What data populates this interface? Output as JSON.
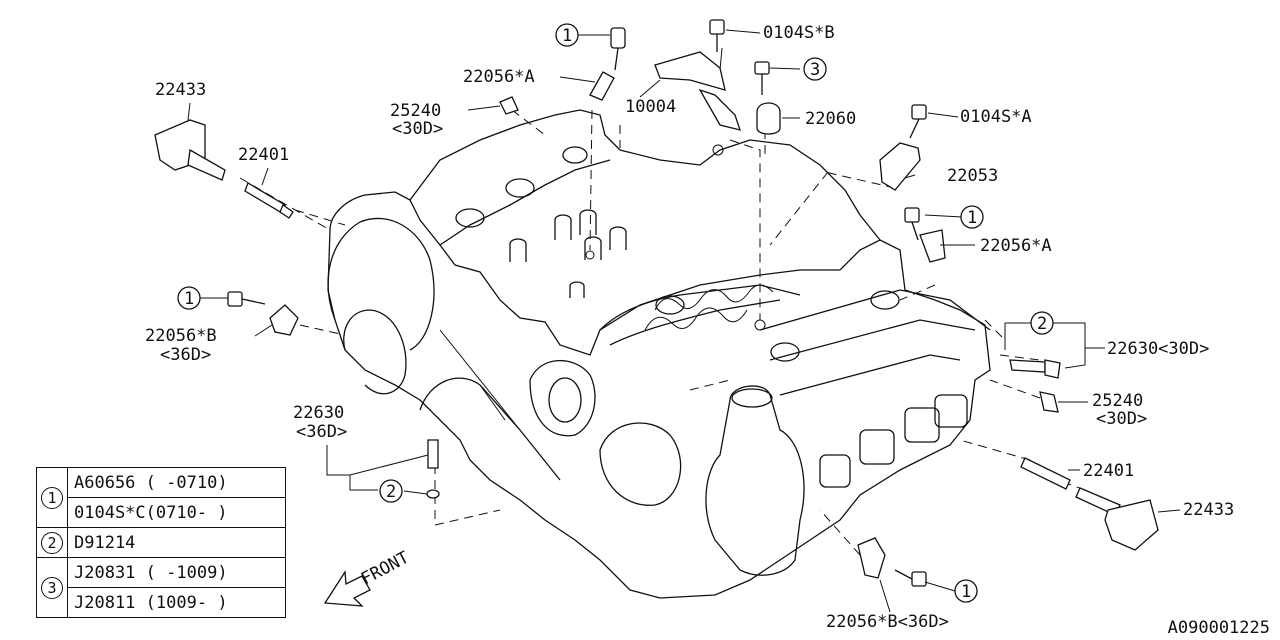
{
  "callouts": {
    "c_22433_top": "22433",
    "c_22401_top": "22401",
    "c_22056a_top": "22056*A",
    "c_25240_top": "25240",
    "c_25240_top_sub": "<30D>",
    "c_10004": "10004",
    "c_0104sb": "0104S*B",
    "c_22060": "22060",
    "c_0104sa": "0104S*A",
    "c_22053": "22053",
    "c_22056a_right": "22056*A",
    "c_22630_right": "22630<30D>",
    "c_25240_right": "25240",
    "c_25240_right_sub": "<30D>",
    "c_22401_right": "22401",
    "c_22433_right": "22433",
    "c_22056b_bottom": "22056*B<36D>",
    "c_22056b_left": "22056*B",
    "c_22056b_left_sub": "<36D>",
    "c_22630_left": "22630",
    "c_22630_left_sub": "<36D>",
    "front": "FRONT"
  },
  "ref_circles": {
    "one": "1",
    "two": "2",
    "three": "3"
  },
  "legend": {
    "rows": [
      {
        "ref": "1",
        "part": "A60656",
        "range": "( -0710)"
      },
      {
        "ref": "",
        "part": "0104S*C",
        "range": "(0710- )"
      },
      {
        "ref": "2",
        "part": "D91214",
        "range": ""
      },
      {
        "ref": "3",
        "part": "J20831",
        "range": "( -1009)"
      },
      {
        "ref": "",
        "part": "J20811",
        "range": "(1009- )"
      }
    ]
  },
  "diagram_id": "A090001225"
}
